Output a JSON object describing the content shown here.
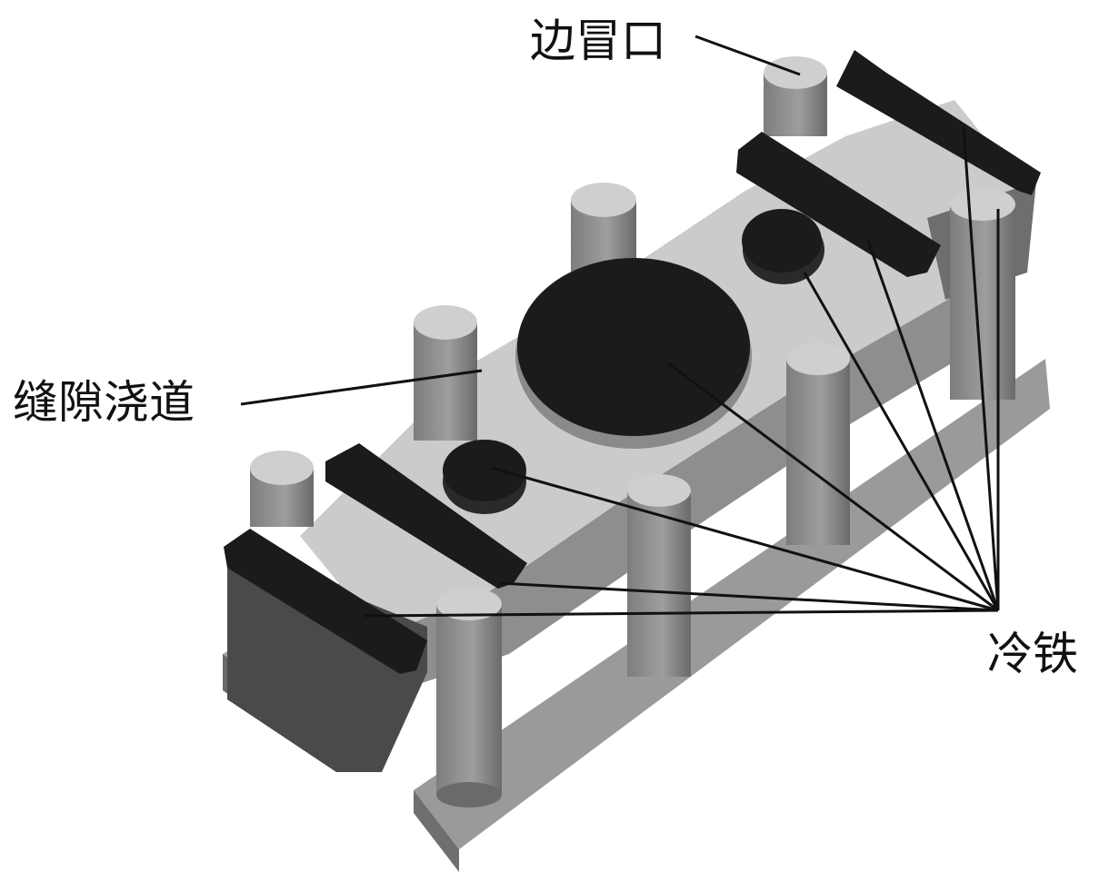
{
  "labels": {
    "side_riser": "边冒口",
    "slit_gate": "缝隙浇道",
    "chill": "冷铁"
  },
  "colors": {
    "background": "#ffffff",
    "chill": "#1b1b1b",
    "casting_top": "#c9c9c9",
    "casting_side": "#8a8a8a",
    "casting_dark": "#5f5f5f",
    "leader_line": "#111111"
  }
}
